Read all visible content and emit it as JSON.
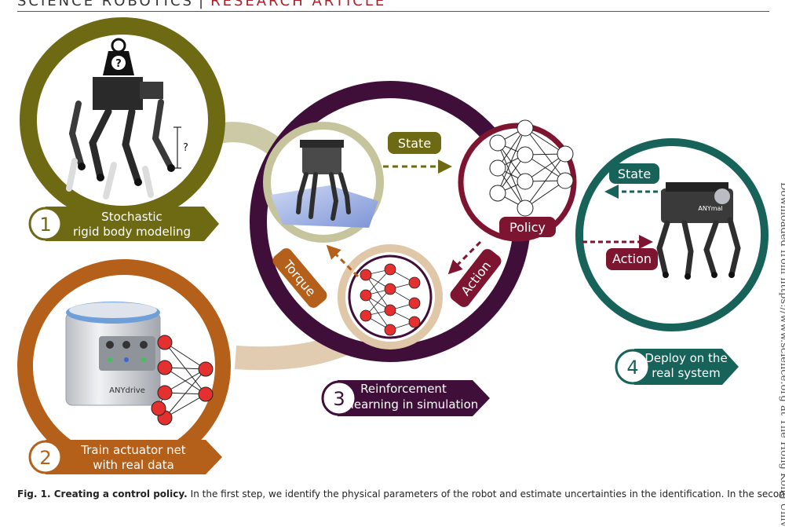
{
  "header": {
    "journal": "SCIENCE ROBOTICS",
    "separator": "|",
    "article_type": "RESEARCH ARTICLE"
  },
  "steps": {
    "s1": {
      "number": "1",
      "line1": "Stochastic",
      "line2": "rigid body modeling"
    },
    "s2": {
      "number": "2",
      "line1": "Train actuator net",
      "line2": "with real data"
    },
    "s3": {
      "number": "3",
      "line1": "Reinforcement",
      "line2": "learning in simulation"
    },
    "s4": {
      "number": "4",
      "line1": "Deploy on the",
      "line2": "real system"
    }
  },
  "labels": {
    "state": "State",
    "policy": "Policy",
    "action": "Action",
    "torque": "Torque",
    "state_real": "State",
    "action_real": "Action"
  },
  "icons": {
    "weight_mark": "?",
    "dimension_mark": "?"
  },
  "drive_label": "ANYdrive",
  "robot_label": "ANYmal",
  "side_text": "Downloaded from https://www.science.org at The Hong Kong Univ",
  "caption": {
    "bold": "Fig. 1. Creating a control policy.",
    "text": "In the first step, we identify the physical parameters of the robot and estimate uncertainties in the identification. In the second step,"
  },
  "colors": {
    "olive": "#6e6a14",
    "orange": "#b4601a",
    "plum": "#3f0f3a",
    "maroon": "#7d1530",
    "teal": "#17635a",
    "tan": "#c9b890",
    "neuron": "#e53030"
  }
}
